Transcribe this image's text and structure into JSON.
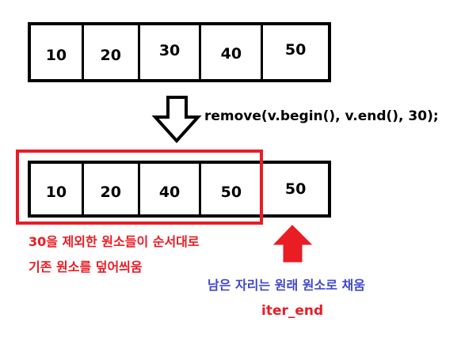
{
  "before_array": [
    "10",
    "20",
    "30",
    "40",
    "50"
  ],
  "after_array": [
    "10",
    "20",
    "40",
    "50",
    "50"
  ],
  "operation_label": "remove(v.begin(), v.end(), 30);",
  "left_note": {
    "line1": "30을 제외한 원소들이 순서대로",
    "line2": "기존 원소를 덮어씌움"
  },
  "right_note": "남은 자리는 원래 원소로 채움",
  "iterator_label": "iter_end",
  "colors": {
    "highlight_red": "#ea1c24",
    "note_blue": "#3f48cc",
    "border_black": "#000000"
  },
  "icons": {
    "down_arrow": "down-arrow-icon",
    "up_arrow": "up-arrow-icon"
  }
}
